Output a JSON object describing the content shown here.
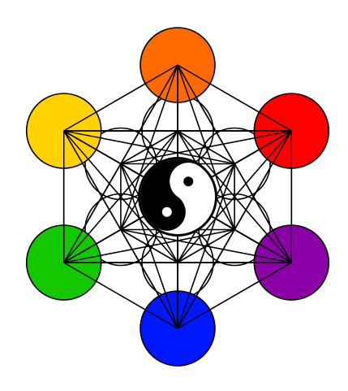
{
  "diagram": {
    "background": "#ffffff",
    "line_color": "#000000",
    "outer_circles": [
      {
        "name": "top",
        "color": "#ff6a00"
      },
      {
        "name": "top-right",
        "color": "#ff0000"
      },
      {
        "name": "bottom-right",
        "color": "#8b00a6"
      },
      {
        "name": "bottom",
        "color": "#0018ff"
      },
      {
        "name": "bottom-left",
        "color": "#14c800"
      },
      {
        "name": "top-left",
        "color": "#ffd200"
      }
    ],
    "center_symbol": "yin-yang-icon"
  }
}
